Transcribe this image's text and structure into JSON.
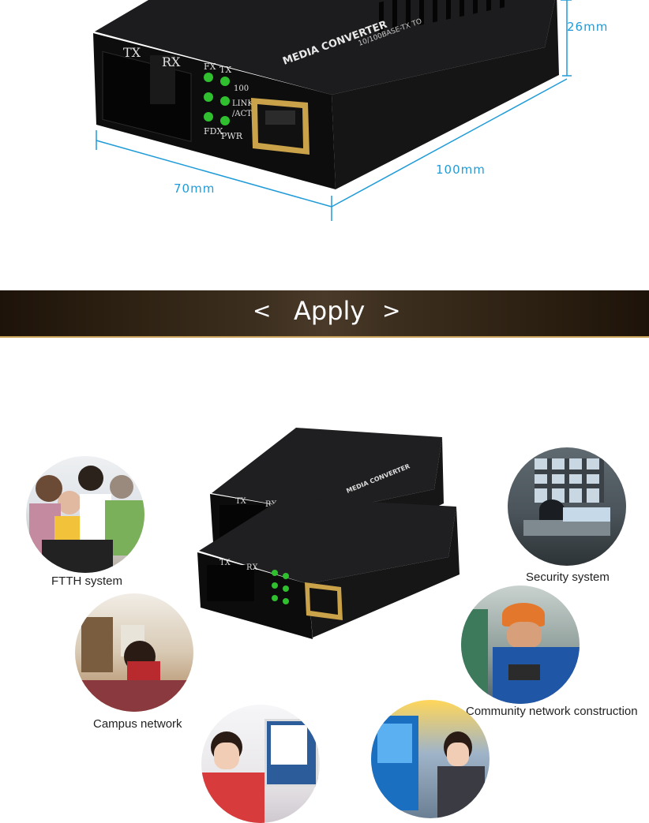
{
  "product_top": {
    "front_labels": {
      "tx": "TX",
      "rx": "RX",
      "fx": "FX",
      "tx2": "TX",
      "speed": "100",
      "link": "LINK",
      "act": "/ACT",
      "fdx": "FDX",
      "pwr": "PWR"
    },
    "top_text": "MEDIA CONVERTER",
    "top_subtext": "10/100BASE-TX TO"
  },
  "dimensions": {
    "height": "26mm",
    "depth": "100mm",
    "width": "70mm"
  },
  "banner": {
    "prev": "<",
    "title": "Apply",
    "next": ">"
  },
  "applications": [
    {
      "label": "FTTH system",
      "icon": "family-laptop-photo"
    },
    {
      "label": "Security system",
      "icon": "control-room-photo"
    },
    {
      "label": "Campus network",
      "icon": "student-desk-photo"
    },
    {
      "label": "Community network construction",
      "icon": "technician-photo"
    },
    {
      "label": "",
      "icon": "woman-phone-photo"
    },
    {
      "label": "",
      "icon": "woman-screens-photo"
    }
  ],
  "colors": {
    "accent": "#1f9bd8",
    "banner_line": "#c8a15a",
    "led": "#2fbf2f"
  }
}
